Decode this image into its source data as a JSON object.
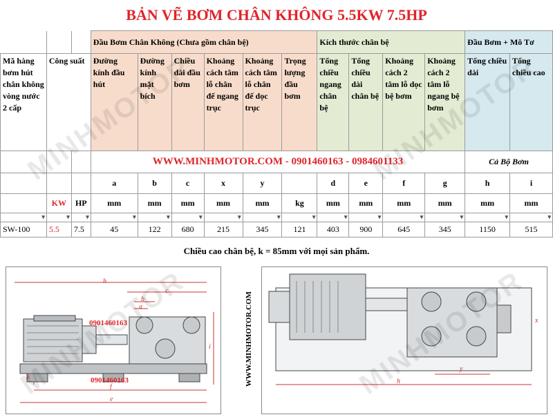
{
  "title": "BẢN VẼ BƠM CHÂN KHÔNG 5.5KW 7.5HP",
  "groups": {
    "pump": "Đầu Bơm Chân Không (Chưa gồm chân bệ)",
    "base": "Kích thước chân bệ",
    "motor": "Đầu Bơm + Mô Tơ"
  },
  "headers": {
    "model": "Mã hàng bơm hút chân không vòng nước 2 cấp",
    "power": "Công suất",
    "a": "Đường kính đầu hút",
    "b": "Đường kính mặt bích",
    "c": "Chiều dài đầu bơm",
    "x": "Khoảng cách tâm lỗ chân đế ngang trục",
    "y": "Khoảng cách tâm lỗ chân đế dọc trục",
    "weight": "Trọng lượng đầu bơm",
    "d": "Tổng chiều ngang chân bệ",
    "e": "Tổng chiều dài chân bệ",
    "f": "Khoảng cách 2 tâm lỗ dọc bệ bơm",
    "g": "Khoảng cách 2 tâm lỗ ngang bệ bơm",
    "h": "Tổng chiều dài",
    "i": "Tổng chiều cao"
  },
  "banner": "WWW.MINHMOTOR.COM - 0901460163 - 0984601133",
  "ca_bo_bom": "Cả Bộ Bơm",
  "letters": [
    "a",
    "b",
    "c",
    "x",
    "y",
    "",
    "d",
    "e",
    "f",
    "g",
    "h",
    "i"
  ],
  "units": {
    "kw": "KW",
    "hp": "HP",
    "cols": [
      "mm",
      "mm",
      "mm",
      "mm",
      "mm",
      "kg",
      "mm",
      "mm",
      "mm",
      "mm",
      "mm",
      "mm"
    ]
  },
  "row": {
    "model": "SW-100",
    "kw": "5.5",
    "hp": "7.5",
    "values": [
      "45",
      "122",
      "680",
      "215",
      "345",
      "121",
      "403",
      "900",
      "645",
      "345",
      "1150",
      "515"
    ]
  },
  "note": "Chiều cao chân bệ, k = 85mm với mọi sản phẩm.",
  "watermark": "MINHMOTOR",
  "watermark_url": "WWW.MINHMOTOR.COM",
  "drawing": {
    "phone": "0901460163",
    "dims_side": [
      "h",
      "c",
      "b",
      "a",
      "i",
      "k",
      "f",
      "e"
    ],
    "dims_top": [
      "x",
      "y",
      "h"
    ]
  }
}
